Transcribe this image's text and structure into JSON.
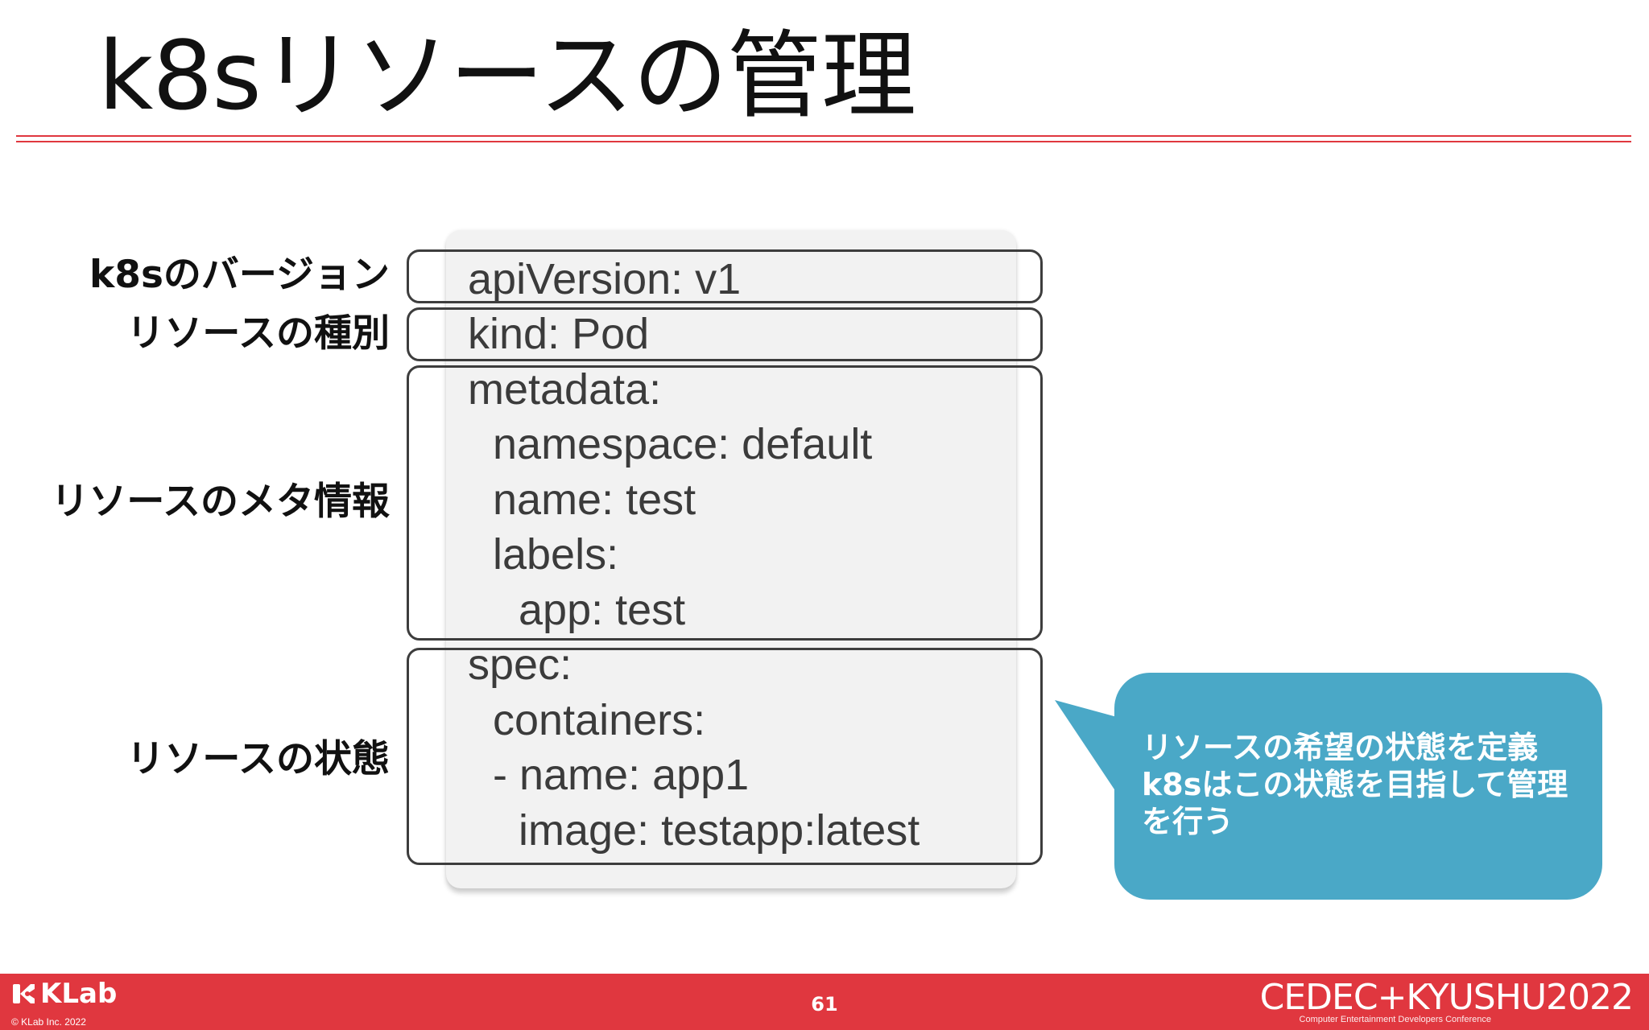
{
  "slide": {
    "title": "k8sリソースの管理",
    "page_number": "61"
  },
  "annotations": [
    "k8sのバージョン",
    "リソースの種別",
    "リソースのメタ情報",
    "リソースの状態"
  ],
  "yaml": [
    "apiVersion: v1",
    "kind: Pod",
    "metadata:",
    "namespace: default",
    "name: test",
    "labels:",
    "app: test",
    "spec:",
    "containers:",
    "- name: app1",
    "image: testapp:latest"
  ],
  "callout": {
    "lines": [
      "リソースの希望の状態を定義",
      "k8sはこの状態を目指して管理",
      "を行う"
    ],
    "color": "#4aa8c7"
  },
  "footer": {
    "brand": "KLab",
    "copyright": "© KLab Inc. 2022",
    "conference_logo": "CEDEC+KYUSHU2022",
    "conference_subtitle": "Computer Entertainment Developers Conference"
  },
  "colors": {
    "accent": "#e0373f",
    "callout": "#4aa8c7",
    "panel": "#f2f2f2"
  }
}
